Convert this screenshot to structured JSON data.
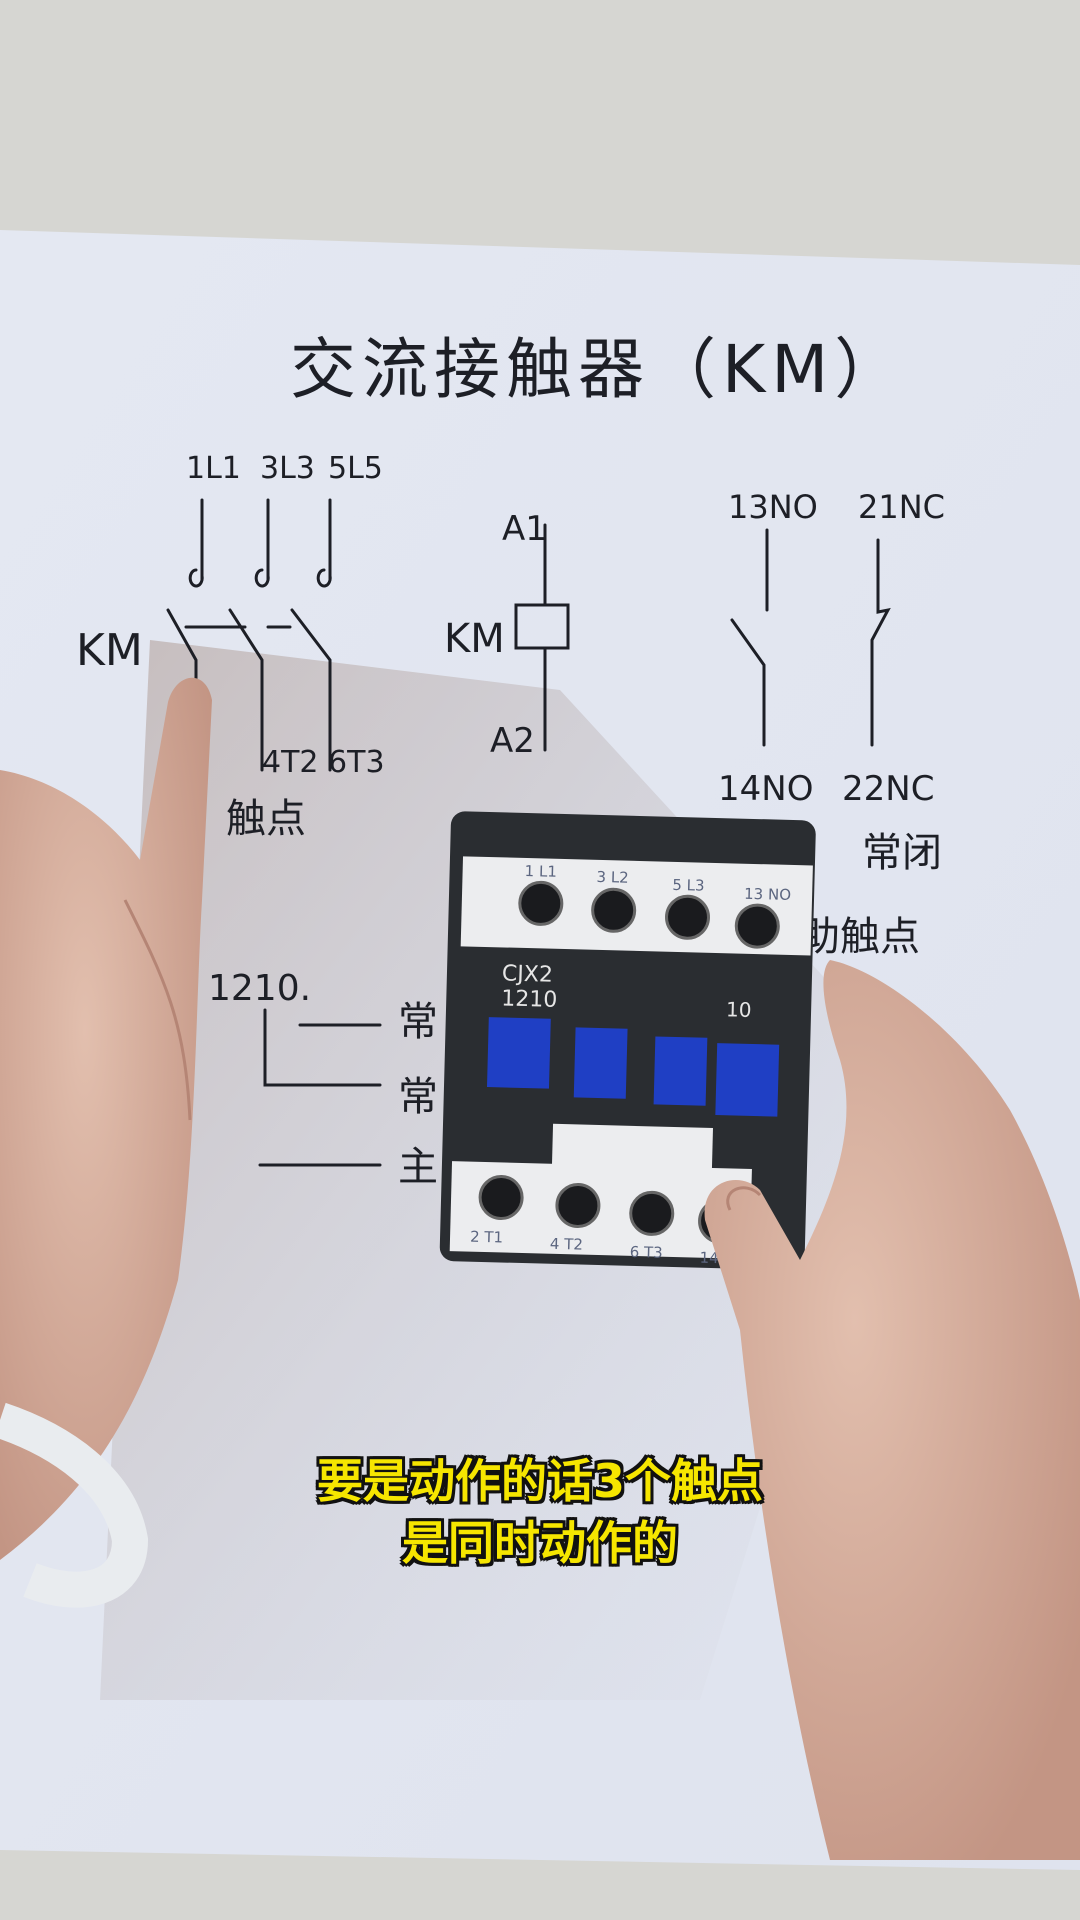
{
  "drawing": {
    "title": "交流接触器（KM）",
    "main_contacts": {
      "top_labels": [
        "1L1",
        "3L3",
        "5L5"
      ],
      "bottom_labels": "4T2 6T3",
      "name": "KM",
      "caption": "触点"
    },
    "coil": {
      "top": "A1",
      "name": "KM",
      "bottom": "A2"
    },
    "aux_contacts": {
      "no_top": "13NO",
      "nc_top": "21NC",
      "no_bottom": "14NO",
      "nc_bottom": "22NC",
      "nc_caption": "常闭",
      "caption": "助触点"
    },
    "model_note": {
      "code": "1210.",
      "lines": [
        "常",
        "常",
        "主"
      ]
    }
  },
  "device": {
    "model_line1": "CJX2",
    "model_line2": "1210",
    "aux_code": "10",
    "top_terminals": [
      "1 L1",
      "3 L2",
      "5 L3",
      "13 NO"
    ],
    "bottom_terminals": [
      "2 T1",
      "4 T2",
      "6 T3",
      "14"
    ],
    "colors": {
      "body": "#2a2d31",
      "buttons": "#1f3fc4",
      "plate": "#ecedef"
    }
  },
  "subtitle": {
    "line1": "要是动作的话3个触点",
    "line2": "是同时动作的",
    "color": "#f6e600"
  }
}
